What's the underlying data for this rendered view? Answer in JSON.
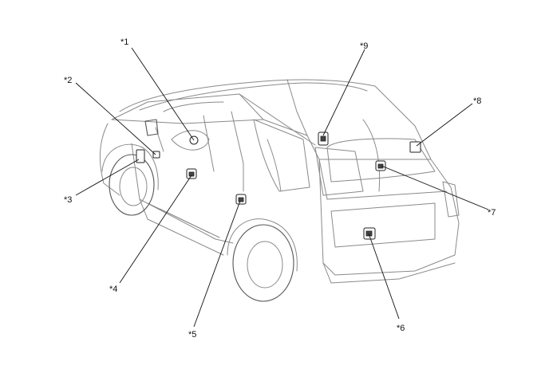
{
  "callouts": [
    {
      "id": "c1",
      "label": "*1"
    },
    {
      "id": "c2",
      "label": "*2"
    },
    {
      "id": "c3",
      "label": "*3"
    },
    {
      "id": "c4",
      "label": "*4"
    },
    {
      "id": "c5",
      "label": "*5"
    },
    {
      "id": "c6",
      "label": "*6"
    },
    {
      "id": "c7",
      "label": "*7"
    },
    {
      "id": "c8",
      "label": "*8"
    },
    {
      "id": "c9",
      "label": "*9"
    }
  ],
  "colors": {
    "outline": "#8a8a8a",
    "leader": "#111111",
    "background": "#ffffff"
  }
}
